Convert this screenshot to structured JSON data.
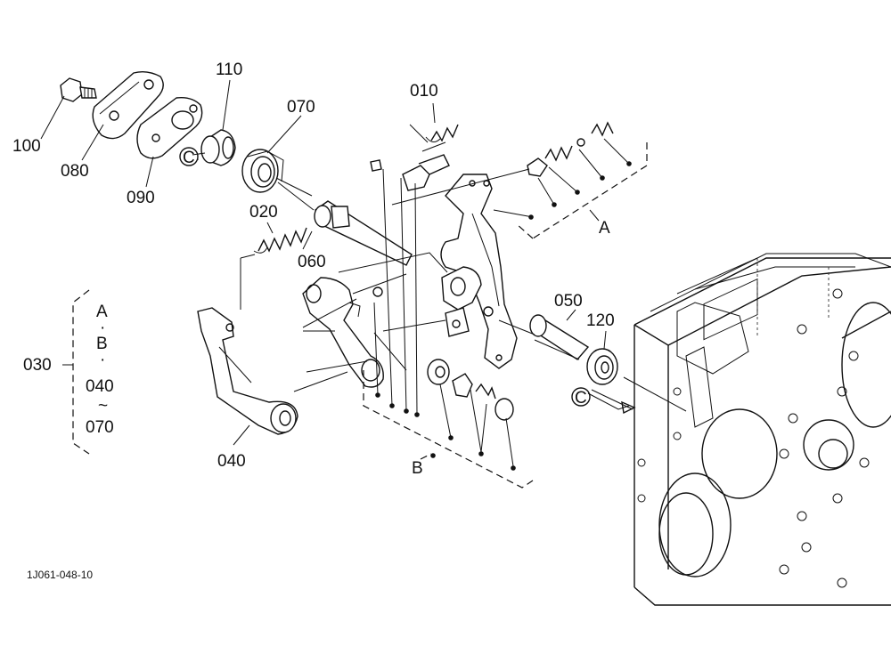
{
  "diagram": {
    "drawing_code": "1J061-048-10",
    "parts": [
      {
        "id": "010",
        "label": "010"
      },
      {
        "id": "020",
        "label": "020"
      },
      {
        "id": "030",
        "label": "030"
      },
      {
        "id": "040",
        "label": "040"
      },
      {
        "id": "050",
        "label": "050"
      },
      {
        "id": "060",
        "label": "060"
      },
      {
        "id": "070",
        "label": "070"
      },
      {
        "id": "080",
        "label": "080"
      },
      {
        "id": "090",
        "label": "090"
      },
      {
        "id": "100",
        "label": "100"
      },
      {
        "id": "110",
        "label": "110"
      },
      {
        "id": "120",
        "label": "120"
      }
    ],
    "group_markers": {
      "a": "A",
      "b": "B",
      "c1": "C",
      "c2": "C"
    },
    "assembly_030": {
      "line1": "A",
      "dot1": "·",
      "line2": "B",
      "dot2": "·",
      "line3": "040",
      "tilde": "~",
      "line4": "070"
    }
  }
}
